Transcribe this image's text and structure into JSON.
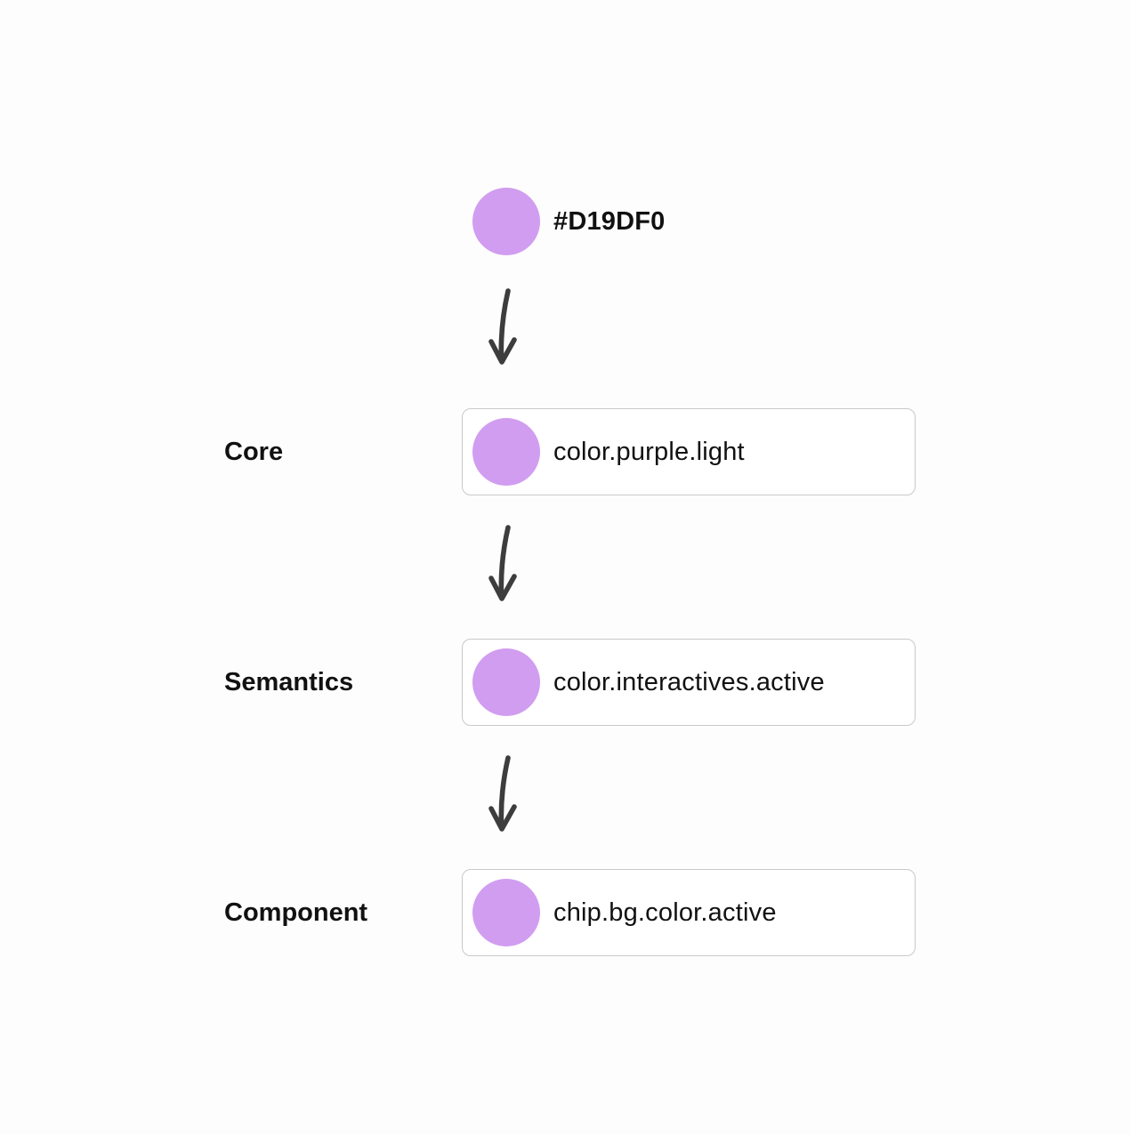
{
  "diagram": {
    "title_hint": "design-token aliasing flow",
    "source_token": {
      "hex": "#D19DF0"
    },
    "tiers": [
      {
        "label": "Core",
        "token": "color.purple.light"
      },
      {
        "label": "Semantics",
        "token": "color.interactives.active"
      },
      {
        "label": "Component",
        "token": "chip.bg.color.active"
      }
    ],
    "icons": {
      "swatch": "color-swatch-circle",
      "arrow": "hand-drawn-down-arrow"
    },
    "colors": {
      "swatch": "#D19DF0",
      "arrow": "#3d3d3d",
      "box_border": "#c9c9c9",
      "box_background": "#ffffff",
      "text": "#111111",
      "background": "#fdfdfd"
    }
  }
}
